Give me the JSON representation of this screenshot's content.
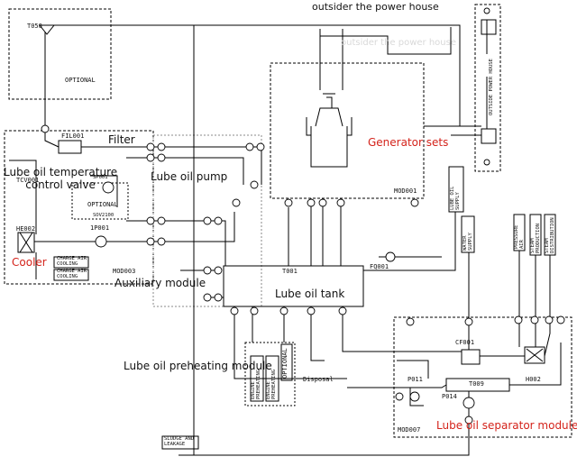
{
  "header": {
    "outside_label": "outsider the power house",
    "ghost_label": "outsider the power house"
  },
  "labels": {
    "filter": "Filter",
    "temp_valve": "Lube oil temperature\ncontrol valve",
    "pump": "Lube oil pump",
    "generator": "Generator sets",
    "cooler": "Cooler",
    "aux": "Auxiliary module",
    "tank": "Lube oil tank",
    "preheat": "Lube oil preheating  module",
    "separator": "Lube oil separator module"
  },
  "tags": {
    "t050": "T050",
    "optional1": "OPTIONAL",
    "fil001": "FIL001",
    "tcv001": "TCV001",
    "sp": "SP001",
    "optional2": "OPTIONAL",
    "sov": "SOV2100",
    "p001": "1P001",
    "he002": "HE002",
    "charge1": "CHARGE AIR\nCOOLING",
    "charge2": "CHARGE AIR\nCOOLING",
    "mod003": "MOD003",
    "mod001": "MOD001",
    "t001": "T001",
    "fq001": "FQ001",
    "lube_supply": "LUBE OIL\nSUPPLY",
    "water_supply": "WATER\nSUPPLY",
    "pressure_air": "PRESSURE\nAIR",
    "steam_prod": "STEAM\nPRODUCTION",
    "steam_dist": "STEAM\nDISTRIBUTION",
    "outside_ph": "OUTSIDE POWER HOUSE",
    "engine_pre1": "ENGINE\nPREHEATING",
    "engine_pre2": "ENGINE\nPREHEATING",
    "optional3": "OPTIONAL",
    "disposal": "Disposal",
    "cf001": "CF001",
    "t009": "T009",
    "p011": "P011",
    "p014": "P014",
    "h002": "H002",
    "mod007": "MOD007",
    "sludge": "SLUDGE AND\nLEAKAGE"
  }
}
